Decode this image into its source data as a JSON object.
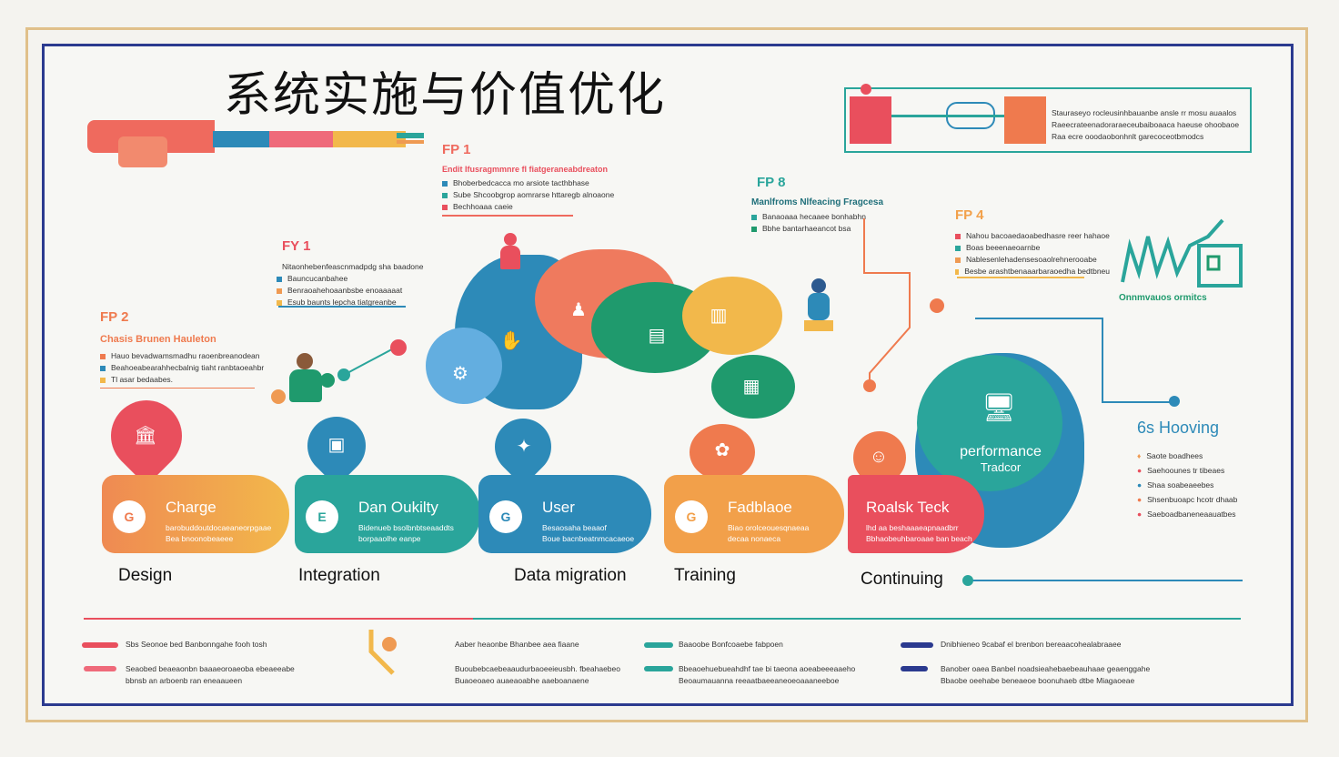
{
  "title": "系统实施与价值优化",
  "callouts": [
    {
      "tag": "FP 2",
      "subtitle": "Chasis Brunen Hauleton",
      "lines": [
        "Hauo bevadwamsmadhu raoenbreanodean",
        "Beahoeabearahhecbalnig tiaht ranbtaoeahbr",
        "Tl asar bedaabes."
      ]
    },
    {
      "tag": "FY 1",
      "lines": [
        "Nitaonhebenfeascnmadpdg sha baadone",
        "Bauncucanbahee",
        "Benraoahehoaanbsbe enoaaaaat",
        "Esub baunts lepcha tiatgreanbe"
      ]
    },
    {
      "tag": "FP 1",
      "subtitle": "Endit Ifusragmmnre fl fiatgeraneabdreaton",
      "lines": [
        "Bhoberbedcacca mo arsiote tacthbhase",
        "Sube Shcoobgrop aomrarse httaregb alnoaone",
        "Bechhoaaa caeie"
      ]
    },
    {
      "tag": "FP 8",
      "subtitle": "Manlfroms Nlfeacing Fragcesa",
      "lines": [
        "Banaoaaa hecaaee bonhabhn",
        "Bbhe bantarhaeancot bsa"
      ]
    },
    {
      "tag": "FP 4",
      "lines": [
        "Nahou bacoaedaoabedhasre reer hahaoe",
        "Boas beeenaeoarnbe",
        "Nablesenlehadensesoaolrehnerooabe",
        "Besbe arashtbenaaarbaraoedha bedtbneu"
      ]
    }
  ],
  "header_box": {
    "lines": [
      "Stauraseyo rocleusinhbauanbe ansle rr mosu auaalos",
      "Raeecrateenadoraraeceubaiboaaca haeuse ohoobaoe",
      "Raa ecre ooodaobonhnlt garecoceotbmodcs"
    ]
  },
  "chart_caption": "Onnmvauos ormitcs",
  "stages": [
    {
      "badge": "G",
      "name": "Charge",
      "desc": [
        "barobuddoutdocaeaneorpgaae",
        "Bea bnoonobeaeee"
      ],
      "color": "#ef9a52"
    },
    {
      "badge": "E",
      "name": "Dan Oukilty",
      "desc": [
        "Bidenueb bsolbnbtseaaddts",
        "borpaaolhe eanpe"
      ],
      "color": "#2aa59b"
    },
    {
      "badge": "G",
      "name": "User",
      "desc": [
        "Besaosaha beaaof",
        "Boue bacnbeatnmcacaeoe"
      ],
      "color": "#2d8ab8"
    },
    {
      "badge": "G",
      "name": "Fadblaoe",
      "desc": [
        "Biao orolceouesqnaeaa",
        "decaa nonaeca"
      ],
      "color": "#f2a04a"
    },
    {
      "badge": "",
      "name": "Roalsk Teck",
      "desc": [
        "lhd aa beshaaaeapnaadbrr",
        "Bbhaobeuhbaroaae ban beach"
      ],
      "color": "#e94f5d"
    }
  ],
  "phases": [
    "Design",
    "Integration",
    "Data migration",
    "Training",
    "Continuing"
  ],
  "performance": {
    "line1": "performance",
    "line2": "Tradcor"
  },
  "hooving": {
    "title": "6s Hooving",
    "items": [
      "Saote boadhees",
      "Saehoounes tr tibeaes",
      "Shaa soabeaeebes",
      "Shsenbuoapc hcotr dhaab",
      "Saeboadbaneneaauatbes"
    ]
  },
  "footer": [
    {
      "lines": [
        "Sbs Seonoe bed Banbonngahe fooh tosh",
        "Seaobed beaeaonbn baaaeoroaeoba ebeaeeabe",
        "bbnsb an arboenb ran eneaaueen"
      ]
    },
    {
      "lines": [
        "Aaber heaonbe Bhanbee aea fiaane",
        "Buoubebcaebeaaudurbaoeeieusbh. fbeahaebeo",
        "Buaoeoaeo auaeaoabhe aaeboanaene"
      ]
    },
    {
      "lines": [
        "Baaoobe Bonfcoaebe fabpoen",
        "Bbeaoehuebueahdhf tae bi taeona aoeabeeeaaeho",
        "Beoaumauanna reeaatbaeeaneoeoaaaneeboe"
      ]
    },
    {
      "lines": [
        "Dnibhieneo 9cabaf el brenbon bereaacohealabraaee",
        "Banober oaea Banbel noadsieahebaebeauhaae geaenggahe",
        "Bbaobe oeehabe beneaeoe boonuhaeb dtbe Miagaoeae"
      ]
    }
  ],
  "colors": {
    "navy": "#2b3a8f",
    "gold": "#e0c08a",
    "teal": "#2aa59b",
    "blue": "#2d8ab8",
    "orange": "#ef9a52",
    "red": "#e94f5d",
    "green": "#1f9a6d",
    "yellow": "#f2b84b"
  }
}
